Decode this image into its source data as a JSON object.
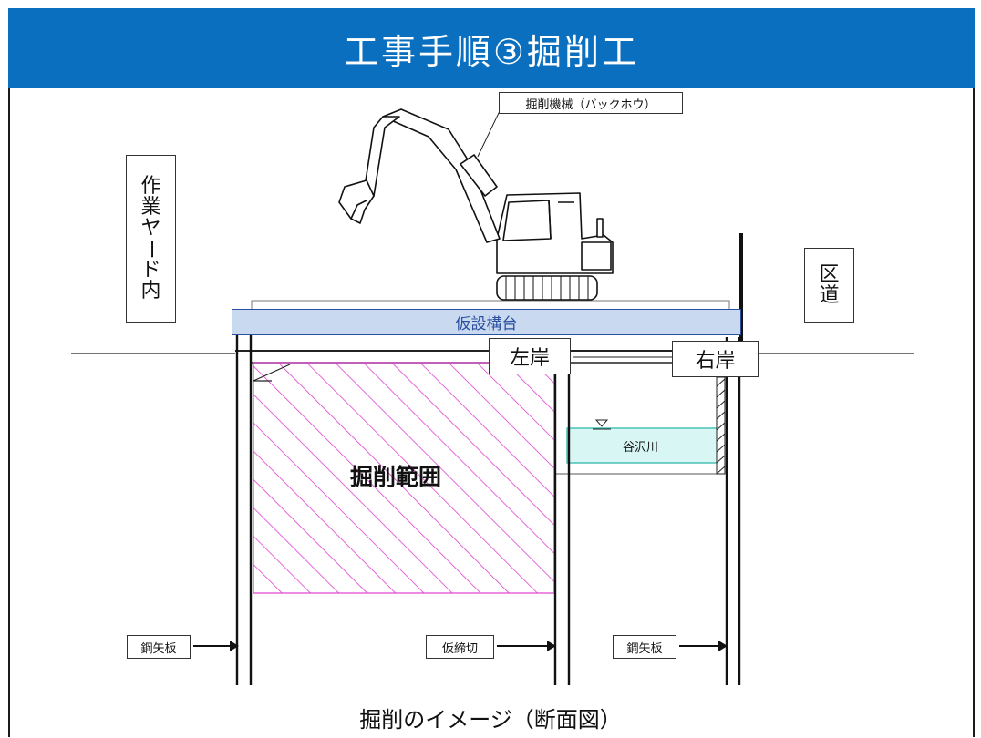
{
  "title": "工事手順③掘削工",
  "labels": {
    "machine": "掘削機械（バックホウ）",
    "yard": "作業ヤード内",
    "ward_road": "区道",
    "platform": "仮設構台",
    "left_bank": "左岸",
    "right_bank": "右岸",
    "river": "谷沢川",
    "excavation_area": "掘削範囲",
    "steel_sheet_pile_left": "鋼矢板",
    "temporary_cofferdam": "仮締切",
    "steel_sheet_pile_right": "鋼矢板"
  },
  "caption": "掘削のイメージ（断面図）",
  "colors": {
    "title_bar": "#0b6fc0",
    "platform_fill": "#c9daf0",
    "platform_text": "#2a4ea0",
    "hatch": "#e040d0",
    "water": "#d8f6f3",
    "water_edge": "#3cbfb0"
  },
  "icons": [
    "excavator-icon",
    "water-level-icon"
  ]
}
